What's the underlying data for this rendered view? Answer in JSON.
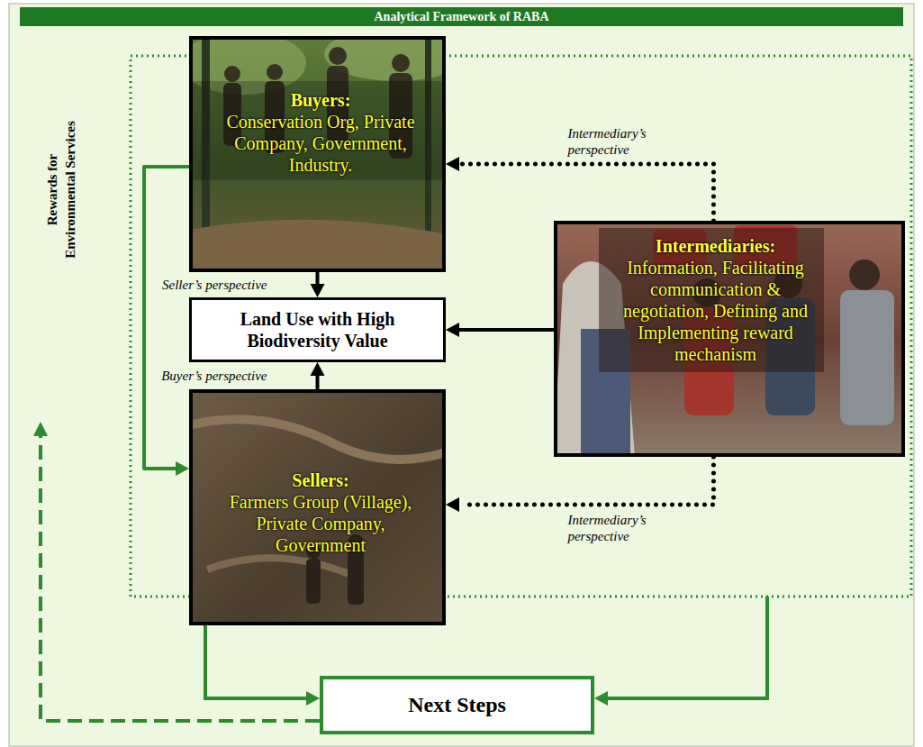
{
  "diagram": {
    "title": "Analytical Framework of RABA",
    "nodes": [
      {
        "text": [
          "Buyers:",
          "Conservation Org, Private Company, Government, Industry."
        ]
      },
      {
        "text": [
          "Land Use with High Biodiversity Value"
        ]
      },
      {
        "text": [
          "Intermediaries:",
          "Information, Facilitating communication & negotiation, Defining and Implementing reward mechanism"
        ]
      },
      {
        "text": [
          "Sellers:",
          "Farmers Group (Village), Private Company, Government"
        ]
      },
      {
        "text": [
          "Next Steps"
        ]
      }
    ],
    "edges": [
      {
        "from": 0,
        "to": 1,
        "arrow": "to",
        "label": "Seller’s perspective"
      },
      {
        "from": 3,
        "to": 1,
        "arrow": "to",
        "label": "Buyer’s perspective"
      },
      {
        "from": 2,
        "to": 1,
        "arrow": "to"
      },
      {
        "from": 2,
        "to": 0,
        "arrow": "to",
        "label": "Intermediary’s perspective"
      },
      {
        "from": 2,
        "to": 3,
        "arrow": "to",
        "label": "Intermediary’s perspective"
      },
      {
        "from": 0,
        "to": 3,
        "arrow": "to"
      }
    ],
    "labels": [
      "Rewards for Environmental Services"
    ]
  }
}
